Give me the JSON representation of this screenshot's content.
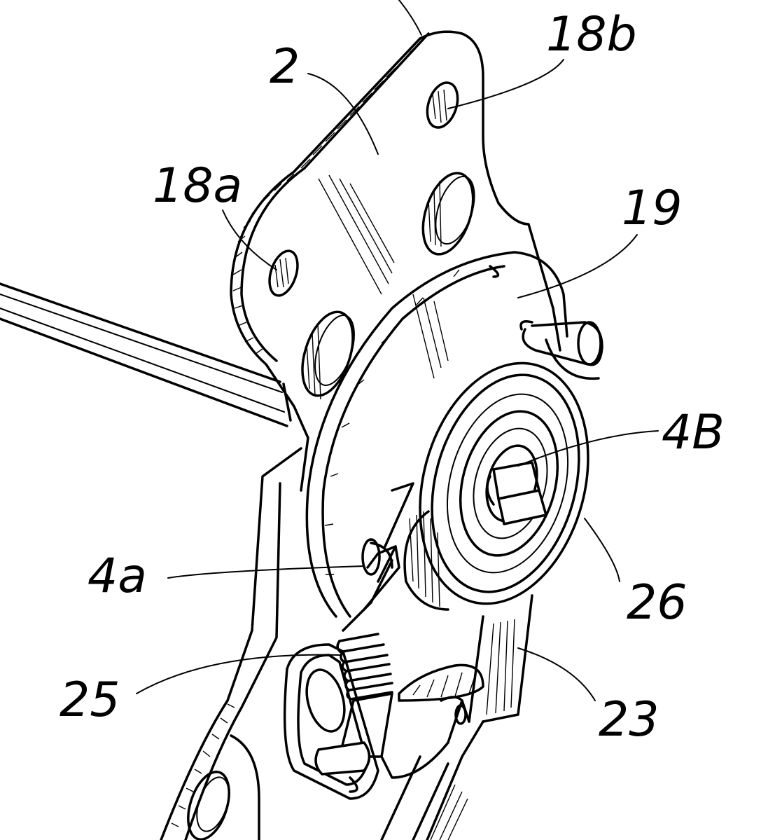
{
  "figure": {
    "labels": {
      "l_2": "2",
      "l_18b": "18b",
      "l_18a": "18a",
      "l_19": "19",
      "l_4B": "4B",
      "l_4a": "4a",
      "l_26": "26",
      "l_25": "25",
      "l_23": "23"
    }
  }
}
